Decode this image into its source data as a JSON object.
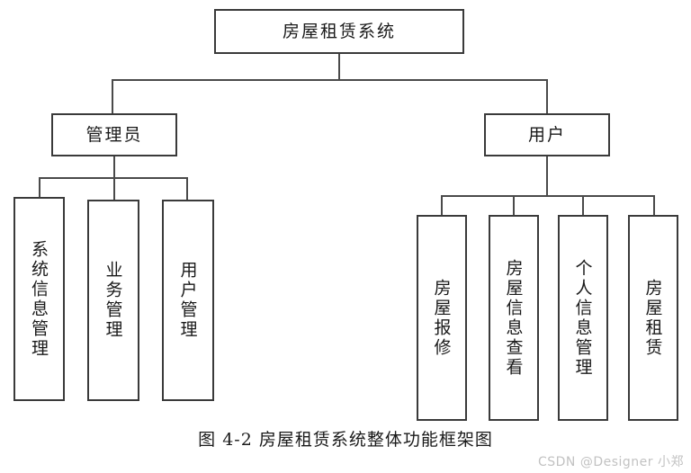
{
  "diagram": {
    "type": "tree-hierarchy",
    "root": {
      "label": "房屋租赁系统"
    },
    "level2": [
      {
        "label": "管理员"
      },
      {
        "label": "用户"
      }
    ],
    "admin_leaves": [
      {
        "label": "系统信息管理"
      },
      {
        "label": "业务管理"
      },
      {
        "label": "用户管理"
      }
    ],
    "user_leaves": [
      {
        "label": "房屋报修"
      },
      {
        "label": "房屋信息查看"
      },
      {
        "label": "个人信息管理"
      },
      {
        "label": "房屋租赁"
      }
    ]
  },
  "caption": "图 4-2 房屋租赁系统整体功能框架图",
  "watermark": "CSDN @Designer 小郑",
  "colors": {
    "box_border": "#3a3a3a",
    "line": "#4a4a4a",
    "text": "#1a1a1a",
    "background": "#ffffff",
    "watermark": "#c2c2c2"
  }
}
